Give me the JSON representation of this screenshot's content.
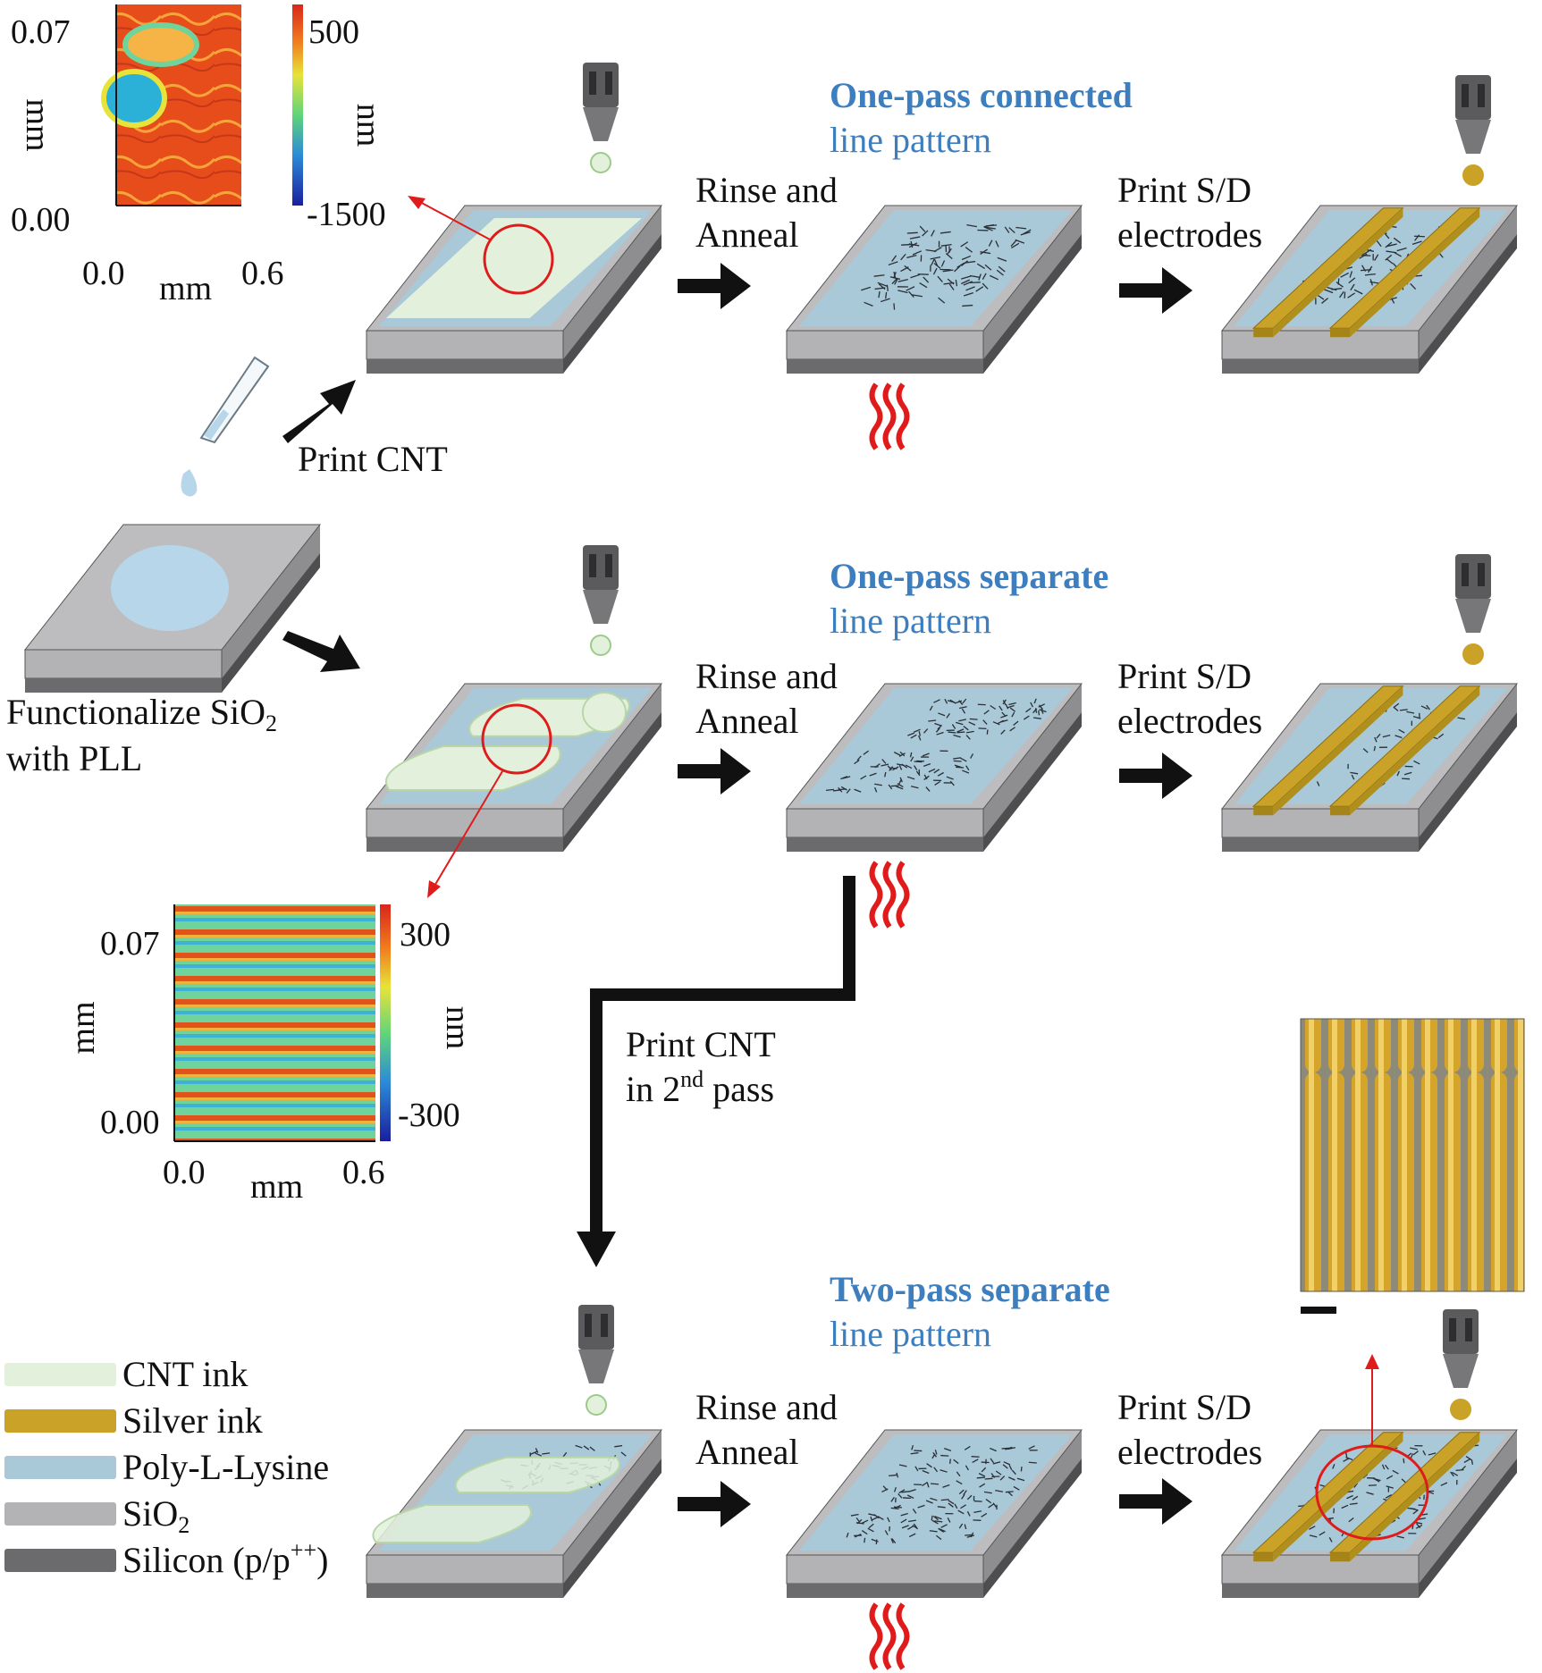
{
  "colors": {
    "cnt_ink": "#e3f1dc",
    "silver_ink": "#c9a227",
    "poly_l_lysine": "#a9c8d8",
    "sio2": "#b3b3b5",
    "silicon": "#6b6b6d",
    "title_blue": "#3d7ebf",
    "annotation_red": "#e01b1b"
  },
  "rows": [
    {
      "title_bold": "One-pass connected",
      "title_rest": "line pattern",
      "step1": [
        "Rinse and",
        "Anneal"
      ],
      "step2": [
        "Print S/D",
        "electrodes"
      ]
    },
    {
      "title_bold": "One-pass separate",
      "title_rest": "line pattern",
      "step1": [
        "Rinse and",
        "Anneal"
      ],
      "step2": [
        "Print S/D",
        "electrodes"
      ]
    },
    {
      "title_bold": "Two-pass separate",
      "title_rest": "line pattern",
      "step1": [
        "Rinse and",
        "Anneal"
      ],
      "step2": [
        "Print S/D",
        "electrodes"
      ]
    }
  ],
  "print_cnt_label": "Print CNT",
  "functionalize": {
    "line1": "Functionalize SiO",
    "sub": "2",
    "line2": "with PLL"
  },
  "second_pass": {
    "line1": "Print CNT",
    "line2_pre": "in 2",
    "line2_sup": "nd",
    "line2_post": " pass"
  },
  "profile_top": {
    "y_ticks": [
      "0.07",
      "0.00"
    ],
    "x_ticks": [
      "0.0",
      "0.6"
    ],
    "axis_unit": "mm",
    "colorbar_ticks": [
      "500",
      "-1500"
    ],
    "colorbar_unit": "nm"
  },
  "profile_mid": {
    "y_ticks": [
      "0.07",
      "0.00"
    ],
    "x_ticks": [
      "0.0",
      "0.6"
    ],
    "axis_unit": "mm",
    "colorbar_ticks": [
      "300",
      "-300"
    ],
    "colorbar_unit": "nm"
  },
  "legend": [
    {
      "label": "CNT ink",
      "color": "#e3f1dc"
    },
    {
      "label": "Silver ink",
      "color": "#c9a227"
    },
    {
      "label": "Poly-L-Lysine",
      "color": "#a9c8d8"
    },
    {
      "label": "SiO",
      "sub": "2",
      "color": "#b3b3b5"
    },
    {
      "label": "Silicon (p/p",
      "sup": "++",
      "tail": ")",
      "color": "#6b6b6d"
    }
  ]
}
